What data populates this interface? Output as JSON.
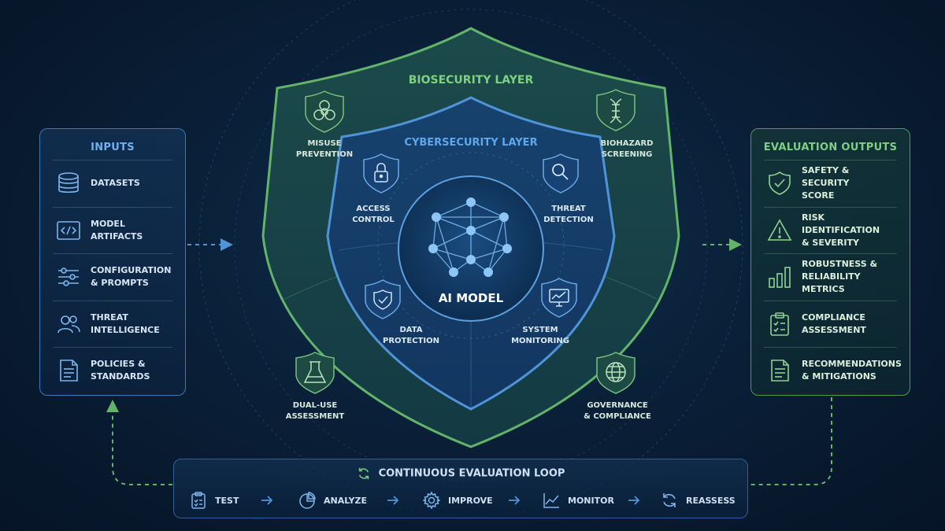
{
  "inputs": {
    "title": "INPUTS",
    "items": [
      {
        "label": "DATASETS",
        "icon": "database-icon"
      },
      {
        "label": "MODEL\nARTIFACTS",
        "icon": "code-icon"
      },
      {
        "label": "CONFIGURATION\n& PROMPTS",
        "icon": "sliders-icon"
      },
      {
        "label": "THREAT\nINTELLIGENCE",
        "icon": "users-icon"
      },
      {
        "label": "POLICIES &\nSTANDARDS",
        "icon": "document-icon"
      }
    ]
  },
  "outputs": {
    "title": "EVALUATION OUTPUTS",
    "items": [
      {
        "label": "SAFETY & SECURITY\nSCORE",
        "icon": "shield-check-icon"
      },
      {
        "label": "RISK IDENTIFICATION\n& SEVERITY",
        "icon": "warning-icon"
      },
      {
        "label": "ROBUSTNESS &\nRELIABILITY METRICS",
        "icon": "bar-chart-icon"
      },
      {
        "label": "COMPLIANCE\nASSESSMENT",
        "icon": "clipboard-check-icon"
      },
      {
        "label": "RECOMMENDATIONS\n& MITIGATIONS",
        "icon": "document-icon"
      }
    ]
  },
  "biosecurity": {
    "title": "BIOSECURITY LAYER",
    "misuse_l1": "MISUSE",
    "misuse_l2": "PREVENTION",
    "biohazard_l1": "BIOHAZARD",
    "biohazard_l2": "SCREENING",
    "dualuse_l1": "DUAL-USE",
    "dualuse_l2": "ASSESSMENT",
    "governance_l1": "GOVERNANCE",
    "governance_l2": "& COMPLIANCE"
  },
  "cybersecurity": {
    "title": "CYBERSECURITY LAYER",
    "access_l1": "ACCESS",
    "access_l2": "CONTROL",
    "threat_l1": "THREAT",
    "threat_l2": "DETECTION",
    "data_l1": "DATA",
    "data_l2": "PROTECTION",
    "system_l1": "SYSTEM",
    "system_l2": "MONITORING"
  },
  "core": {
    "label": "AI MODEL"
  },
  "loop": {
    "title": "CONTINUOUS EVALUATION LOOP",
    "steps": [
      {
        "label": "TEST",
        "icon": "clipboard-icon"
      },
      {
        "label": "ANALYZE",
        "icon": "pie-chart-icon"
      },
      {
        "label": "IMPROVE",
        "icon": "gear-icon"
      },
      {
        "label": "MONITOR",
        "icon": "line-chart-icon"
      },
      {
        "label": "REASSESS",
        "icon": "refresh-icon"
      }
    ]
  },
  "colors": {
    "blue_accent": "#4f93d8",
    "green_accent": "#63b46a",
    "background": "#0a2038"
  }
}
